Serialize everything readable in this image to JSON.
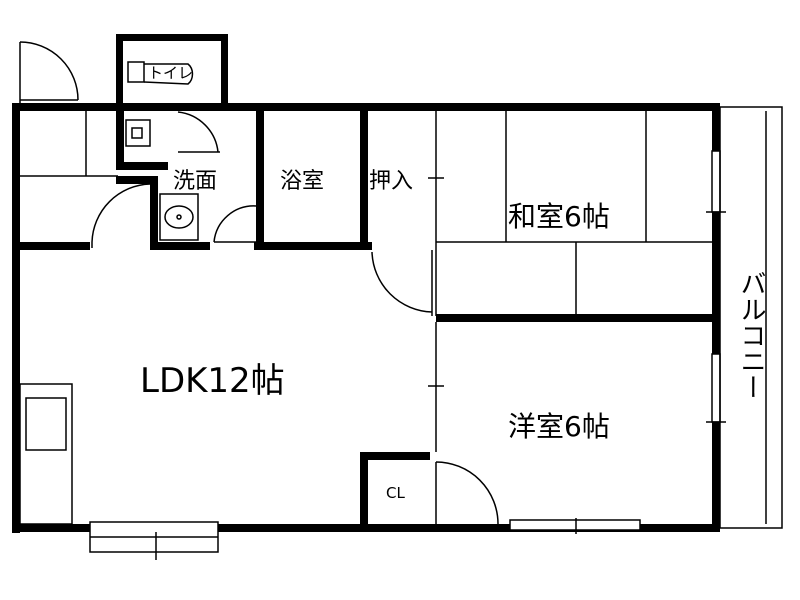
{
  "rooms": {
    "toilet": "トイレ",
    "washroom": "洗面",
    "bathroom": "浴室",
    "closet_oshiire": "押入",
    "washitsu": "和室6帖",
    "ldk": "LDK12帖",
    "youshitsu": "洋室6帖",
    "cl": "CL",
    "balcony": "バルコニー"
  }
}
